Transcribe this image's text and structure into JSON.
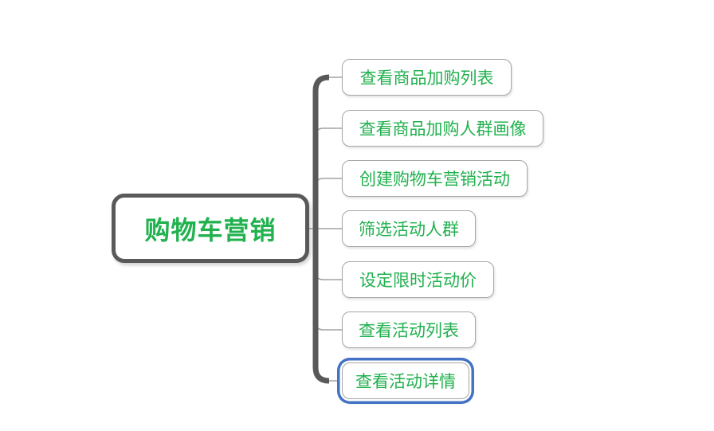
{
  "mindmap": {
    "root": {
      "label": "购物车营销"
    },
    "children": [
      {
        "label": "查看商品加购列表",
        "selected": false
      },
      {
        "label": "查看商品加购人群画像",
        "selected": false
      },
      {
        "label": "创建购物车营销活动",
        "selected": false
      },
      {
        "label": "筛选活动人群",
        "selected": false
      },
      {
        "label": "设定限时活动价",
        "selected": false
      },
      {
        "label": "查看活动列表",
        "selected": false
      },
      {
        "label": "查看活动详情",
        "selected": true
      }
    ],
    "colors": {
      "topic_text": "#21b14e",
      "root_border": "#595959",
      "child_border": "#a6a6a6",
      "trunk": "#595959",
      "branch": "#a3a3a3",
      "selection": "#4472c4",
      "background": "#ffffff"
    }
  }
}
